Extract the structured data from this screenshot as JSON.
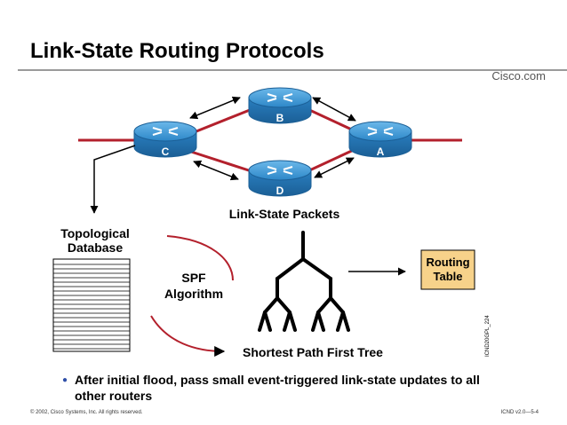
{
  "header": {
    "title": "Link-State Routing Protocols",
    "brand": "Cisco.com"
  },
  "routers": [
    {
      "id": "router-b",
      "label": "B"
    },
    {
      "id": "router-c",
      "label": "C"
    },
    {
      "id": "router-a",
      "label": "A"
    },
    {
      "id": "router-d",
      "label": "D"
    }
  ],
  "labels": {
    "lsp": "Link-State Packets",
    "topo_line1": "Topological",
    "topo_line2": "Database",
    "spf_line1": "SPF",
    "spf_line2": "Algorithm",
    "spf_tree": "Shortest Path First Tree",
    "routing_line1": "Routing",
    "routing_line2": "Table",
    "figure_code": "ICND20GPL_224"
  },
  "bullet": {
    "text": "After initial flood, pass small event-triggered link-state updates to all other routers"
  },
  "footer": {
    "left": "© 2002, Cisco Systems, Inc. All rights reserved.",
    "right": "ICND v2.0—5-4"
  },
  "colors": {
    "router_body": "#2d87c8",
    "link": "#b3202c",
    "routing_table": "#f7d28a"
  }
}
